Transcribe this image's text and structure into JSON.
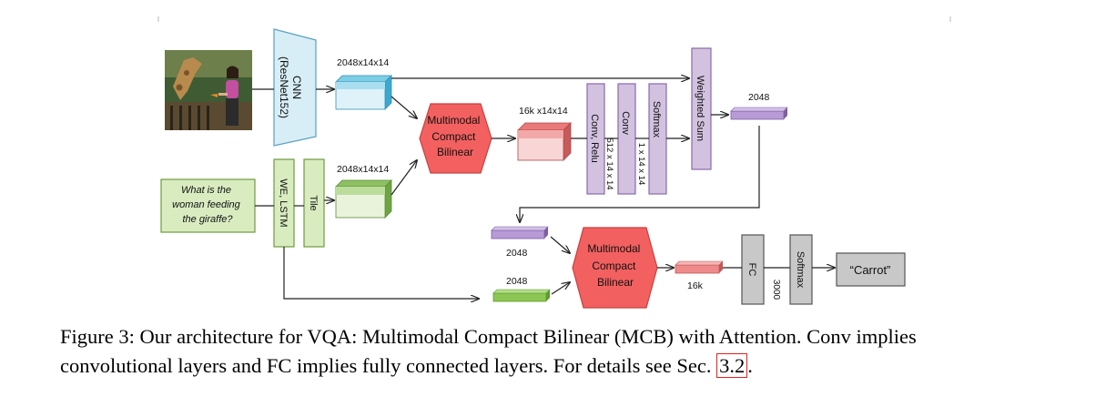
{
  "colors": {
    "cnn_fill": "#d8eef6",
    "cnn_stroke": "#5aa0c0",
    "cyan_front": "#dff2fa",
    "cyan_top": "#7ccde6",
    "cyan_side": "#3aa9cf",
    "green_fill": "#d9ecc0",
    "green_stroke": "#6e9b3e",
    "green_front": "#e9f3dc",
    "green_top": "#8dc063",
    "green_side": "#6ea544",
    "pink_front": "#f8d6d6",
    "pink_top": "#ea7a7a",
    "pink_side": "#c85a5a",
    "mcb_fill": "#f26060",
    "mcb_stroke": "#c84040",
    "purple_fill": "#d2c2e0",
    "purple_stroke": "#8a6aa8",
    "purple_bar": "#b89ad6",
    "purple_bar_side": "#7d5fa0",
    "bar_green": "#8cc653",
    "bar_green_side": "#5e9a2e",
    "bar_pink": "#ee8a8a",
    "bar_pink_side": "#c05858",
    "gray_fill": "#c8c8c8",
    "gray_stroke": "#555555"
  },
  "nodes": {
    "cnn": "CNN\n(ResNet152)",
    "question": [
      "What is the",
      "woman feeding",
      "the giraffe?"
    ],
    "we_lstm": "WE, LSTM",
    "tile": "Tile",
    "mcb1": [
      "Multimodal",
      "Compact",
      "Bilinear"
    ],
    "mcb2": [
      "Multimodal",
      "Compact",
      "Bilinear"
    ],
    "conv_relu": "Conv, Relu",
    "conv": "Conv",
    "softmax1": "Softmax",
    "weighted_sum": "Weighted Sum",
    "fc": "FC",
    "softmax2": "Softmax",
    "answer": "“Carrot”"
  },
  "labels": {
    "img_feat": "2048x14x14",
    "tile_feat": "2048x14x14",
    "mcb1_out": "16k x14x14",
    "conv1_dim": "512 x 14 x 14",
    "conv2_dim": "1 x 14 x 14",
    "ws_out": "2048",
    "vis_vec": "2048",
    "txt_vec": "2048",
    "mcb2_out": "16k",
    "fc_dim": "3000"
  },
  "caption": {
    "line1": "Figure 3: Our architecture for VQA: Multimodal Compact Bilinear (MCB) with Attention. Conv implies",
    "line2": "convolutional layers and FC implies fully connected layers. For details see Sec.",
    "ref": "3.2",
    "end": "."
  }
}
